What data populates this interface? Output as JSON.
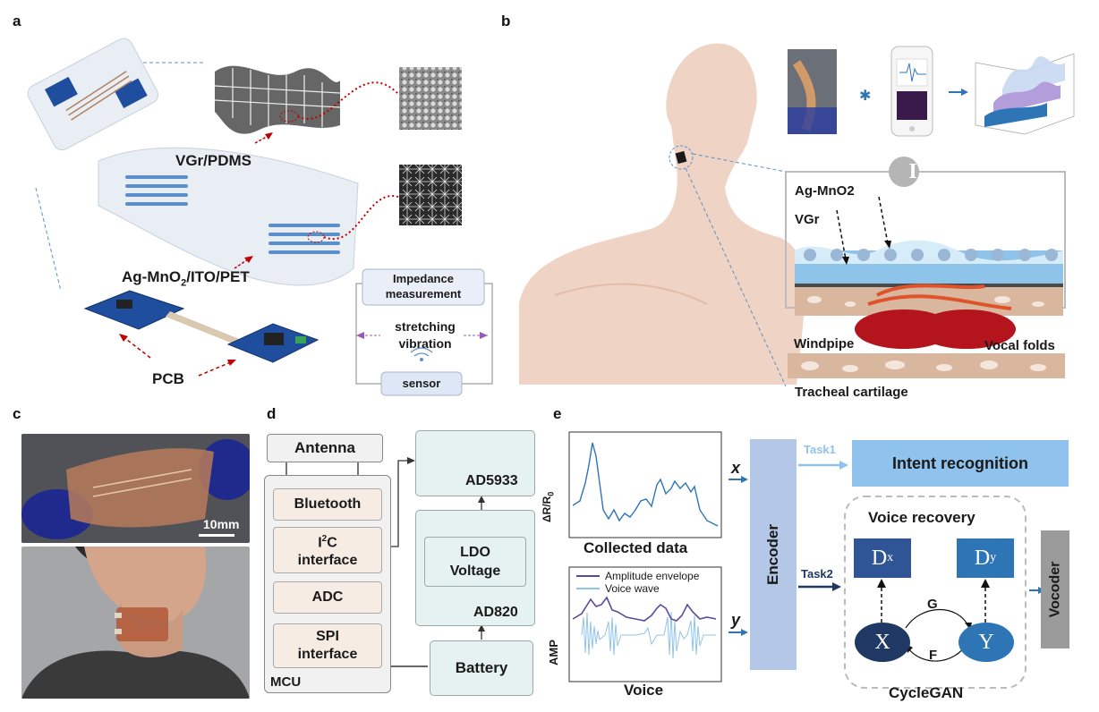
{
  "panels": {
    "a": {
      "letter": "a",
      "label_vgr": "VGr/PDMS",
      "label_ag_main": "Ag-MnO",
      "label_ag_sub": "2",
      "label_ag_rest": "/ITO/PET",
      "label_pcb": "PCB",
      "impedance_line1": "Impedance",
      "impedance_line2": "measurement",
      "stretch_line1": "stretching",
      "stretch_line2": "vibration",
      "sensor": "sensor"
    },
    "b": {
      "letter": "b",
      "roman": "I",
      "ag_mno2": "Ag-MnO2",
      "vgr": "VGr",
      "windpipe": "Windpipe",
      "vocal_folds": "Vocal folds",
      "tracheal": "Tracheal cartilage"
    },
    "c": {
      "letter": "c",
      "scale": "10mm"
    },
    "d": {
      "letter": "d",
      "antenna": "Antenna",
      "bluetooth": "Bluetooth",
      "i2c_i": "I",
      "i2c_sup": "2",
      "i2c_c": "C",
      "i2c_line2": "interface",
      "adc": "ADC",
      "spi_line1": "SPI",
      "spi_line2": "interface",
      "mcu": "MCU",
      "ad5933": "AD5933",
      "ldo_line1": "LDO",
      "ldo_line2": "Voltage",
      "ad820": "AD820",
      "battery": "Battery"
    },
    "e": {
      "letter": "e",
      "ylabel_top": "ΔR/R",
      "ylabel_top_sub": "0",
      "collected": "Collected data",
      "legend_env": "Amplitude envelope",
      "legend_wave": "Voice wave",
      "ylabel_bottom": "AMP",
      "voice": "Voice",
      "x": "x",
      "y": "y",
      "encoder": "Encoder",
      "task1": "Task1",
      "task2": "Task2",
      "intent": "Intent recognition",
      "voice_recovery": "Voice recovery",
      "dx": "D",
      "dx_sub": "x",
      "dy": "D",
      "dy_sub": "y",
      "X": "X",
      "Y": "Y",
      "G": "G",
      "F": "F",
      "cyclegan": "CycleGAN",
      "vocoder": "Vocoder"
    }
  },
  "colors": {
    "panel_d_mcu_fill": "#f1f1f1",
    "panel_d_block_fill": "#f7ece3",
    "panel_d_teal_fill": "#e6f1f1",
    "encoder_fill": "#b4c7e7",
    "intent_fill": "#8fc3ee",
    "task1_color": "#8fc3ee",
    "task2_color": "#1f3864",
    "dx_fill": "#2f5597",
    "dy_fill": "#2e75b6",
    "x_node_fill": "#203864",
    "y_node_fill": "#2e75b6",
    "vocoder_fill": "#9b9b9b",
    "arrow_red": "#c00000",
    "arrow_purple": "#9b59b6"
  }
}
